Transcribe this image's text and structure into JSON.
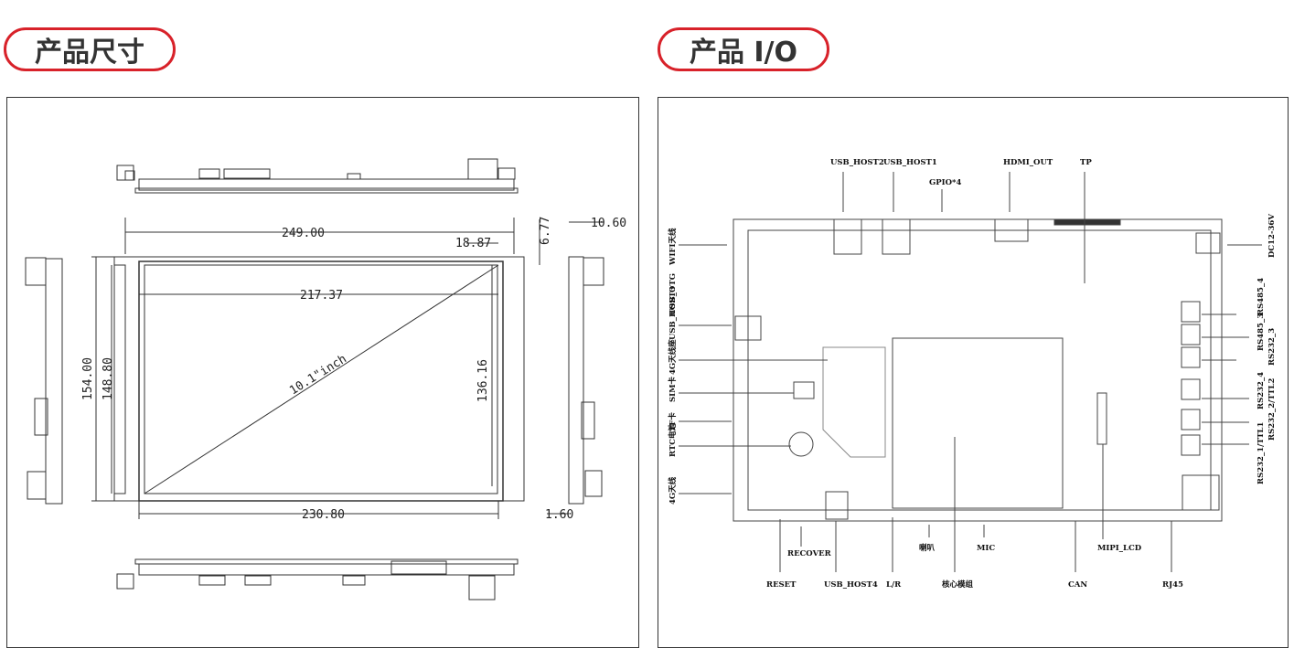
{
  "headings": {
    "dimensions": "产品尺寸",
    "io": "产品 I/O"
  },
  "dimensions": {
    "width_total": "249.00",
    "width_screen": "217.37",
    "width_bottom": "230.80",
    "height_total": "154.00",
    "height_inner": "148.80",
    "height_screen": "136.16",
    "offset_top_right": "18.87",
    "offset_small": "6.77",
    "thickness": "10.60",
    "thickness_small": "1.60",
    "diagonal": "10.1\"inch"
  },
  "io": {
    "usb_host2": "USB_HOST2",
    "usb_host1": "USB_HOST1",
    "gpio": "GPIO*4",
    "hdmi_out": "HDMI_OUT",
    "tp": "TP",
    "wifi": "WIFI天线",
    "usb_otg": "USB_OTG",
    "usb_host3": "USB_HOST3",
    "antenna_4g_top": "4G天线座",
    "sim": "SIM卡",
    "tf": "TF卡",
    "rtc": "RTC电池",
    "antenna_4g": "4G天线",
    "dc": "DC12-36V",
    "rs485_4": "RS485_4",
    "rs485_3": "RS485_3",
    "rs232_3": "RS232_3",
    "rs232_4": "RS232_4",
    "rs232_2": "RS232_2/TTL2",
    "rs232_1": "RS232_1/TTL1",
    "recover": "RECOVER",
    "reset": "RESET",
    "usb_host4": "USB_HOST4",
    "lr": "L/R",
    "speaker": "喇叭",
    "core": "核心模组",
    "mic": "MIC",
    "can": "CAN",
    "mipi": "MIPI_LCD",
    "rj45": "RJ45"
  }
}
